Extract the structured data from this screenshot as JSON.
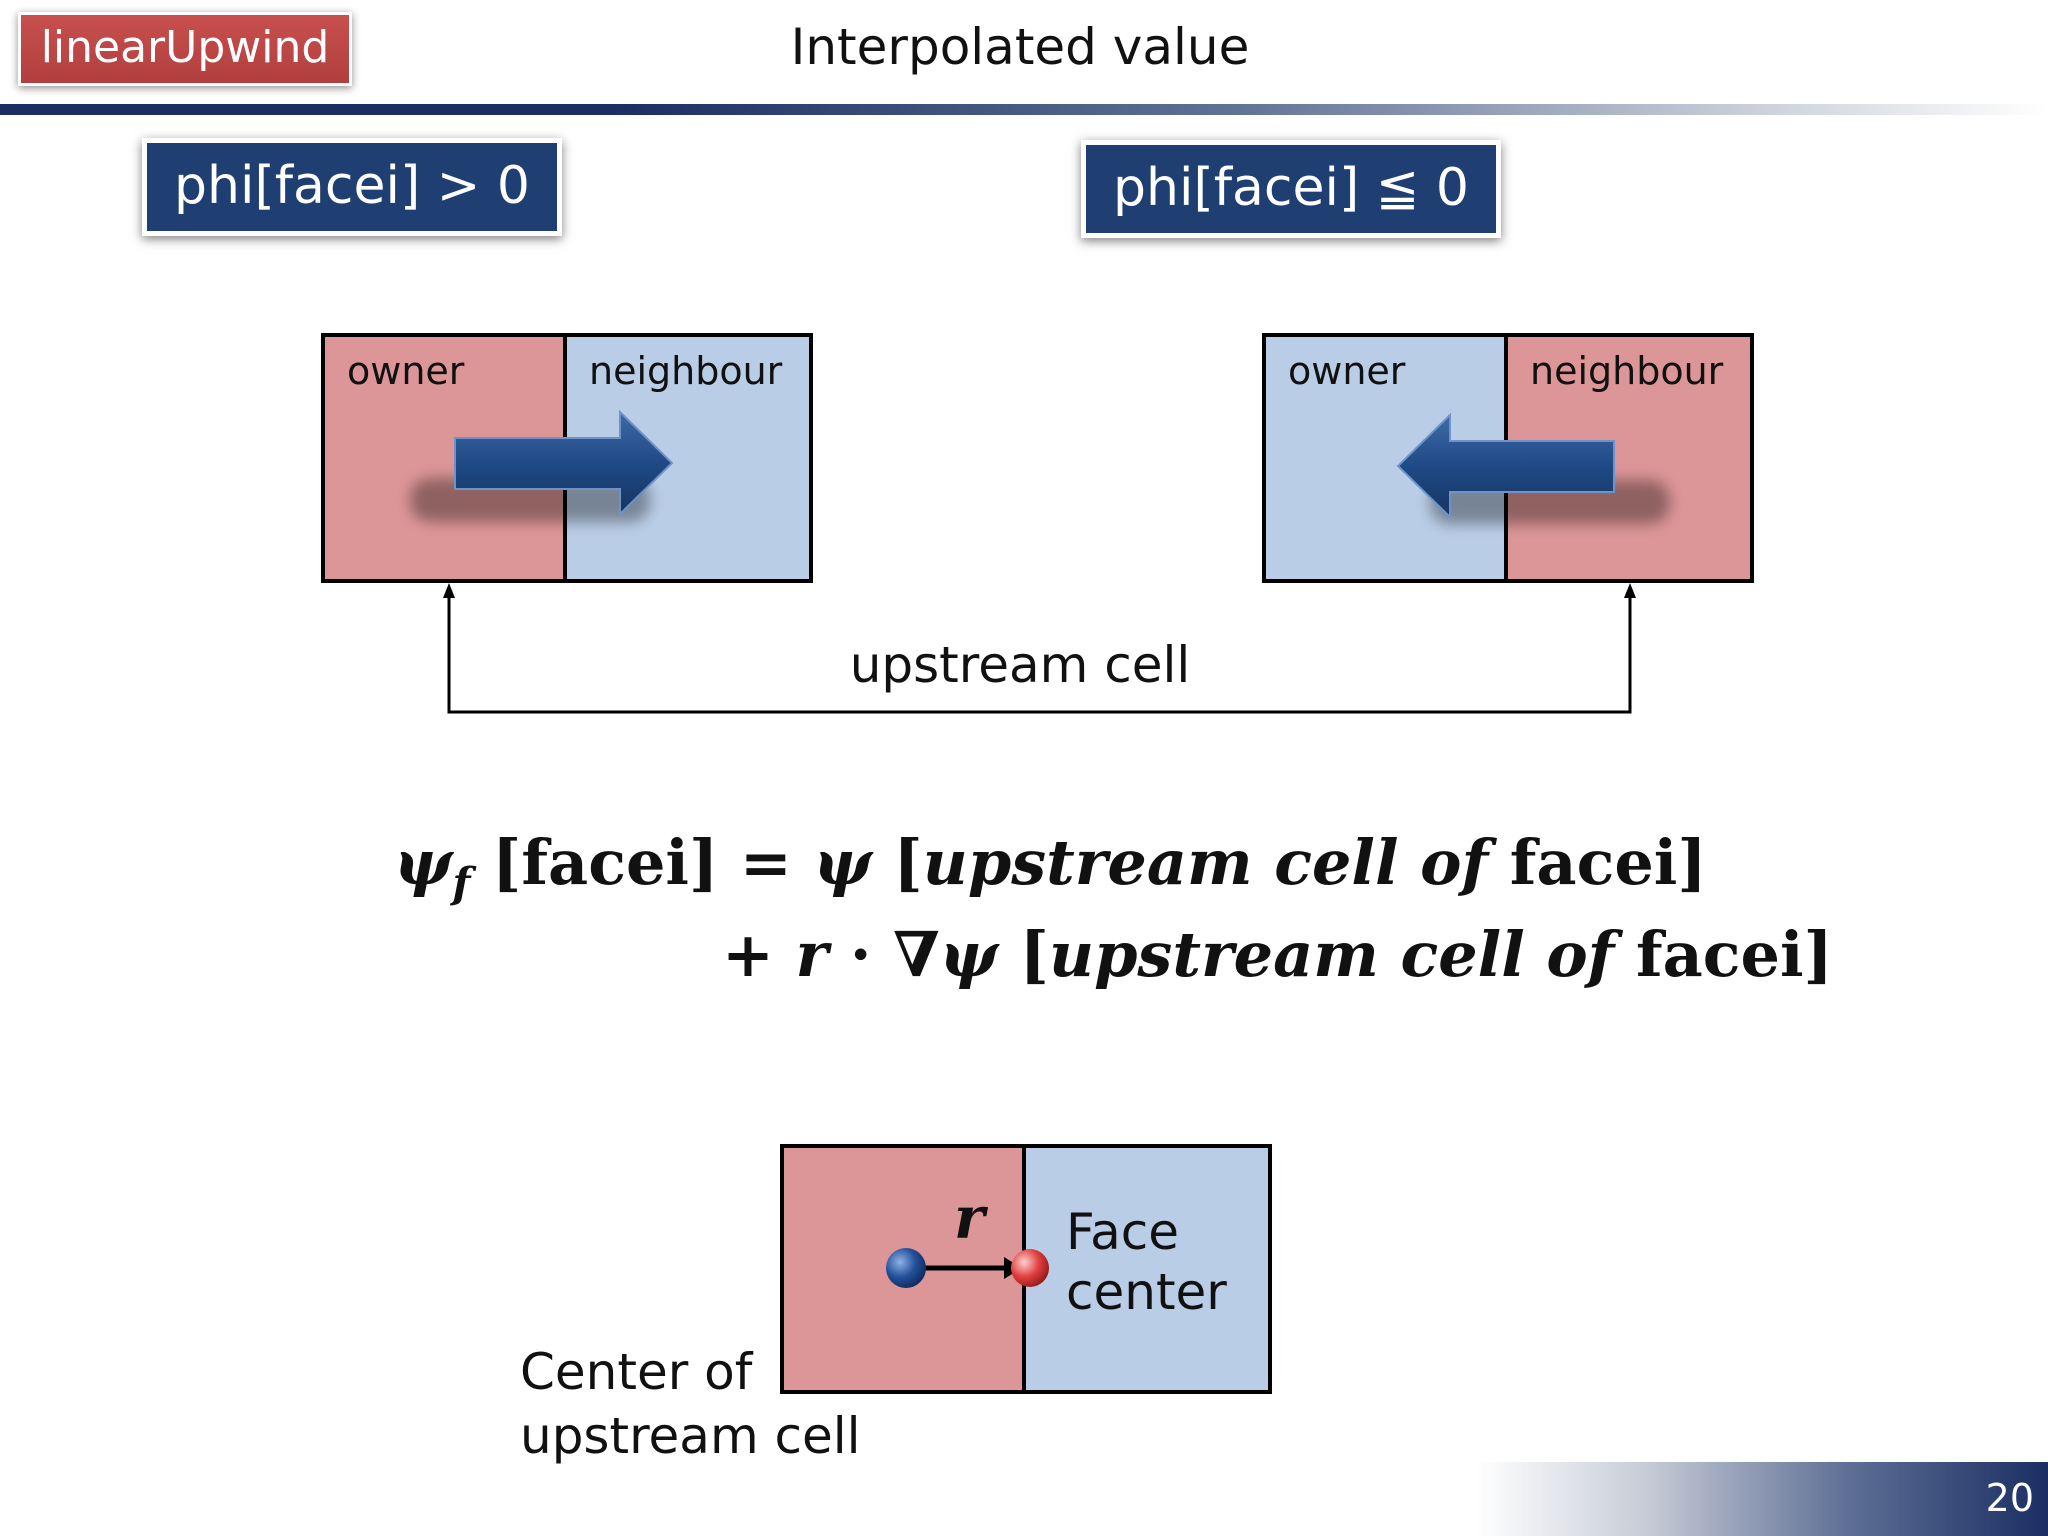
{
  "header": {
    "tag_label": "linearUpwind",
    "title": "Interpolated value"
  },
  "conditions": {
    "positive": "phi[facei] > 0",
    "non_positive": "phi[facei] ≦ 0"
  },
  "left_diagram": {
    "owner_label": "owner",
    "neighbour_label": "neighbour"
  },
  "right_diagram": {
    "owner_label": "owner",
    "neighbour_label": "neighbour"
  },
  "upstream_label": "upstream cell",
  "equation": {
    "line1": {
      "psi": "ψ",
      "sub_f": "f",
      "lhs_index": "[facei]",
      "equals": "=",
      "psi_rhs": "ψ",
      "open_bracket": "[",
      "upstream_italic": "upstream cell of",
      "facei": "facei",
      "close_bracket": "]"
    },
    "line2": {
      "plus": "+",
      "r": "r",
      "dot": "·",
      "grad_psi": "∇ψ",
      "open_bracket": "[",
      "upstream_italic": "upstream cell of",
      "facei": "facei",
      "close_bracket": "]"
    }
  },
  "bottom_diagram": {
    "r_label": "r",
    "face_center_line1": "Face",
    "face_center_line2": "center",
    "center_label_line1": "Center of",
    "center_label_line2": "upstream cell"
  },
  "footer": {
    "page_number": "20"
  },
  "colors": {
    "upstream_cell": "#dd9697",
    "downstream_cell": "#b9cde6",
    "navy": "#1f3e72",
    "tag_red": "#c0504d"
  }
}
